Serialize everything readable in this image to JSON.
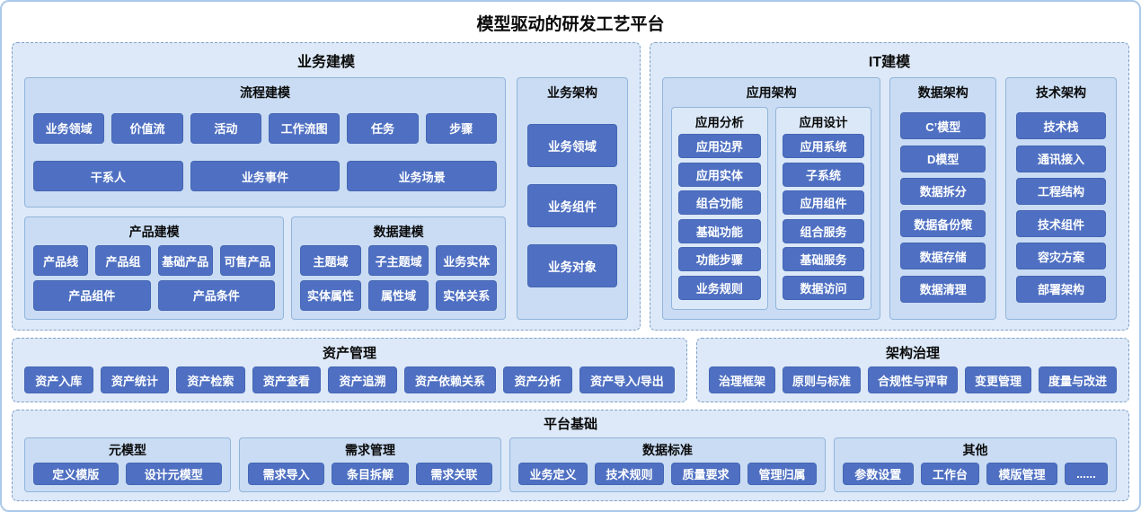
{
  "title": "模型驱动的研发工艺平台",
  "colors": {
    "block": "#4f70c2",
    "panel": "#c9dcf3",
    "sub_panel": "#dbe8f8",
    "section": "#dde9f8",
    "border": "#92b4dc",
    "dashed_border": "#7fa0c8"
  },
  "business_modeling": {
    "title": "业务建模",
    "process_modeling": {
      "title": "流程建模",
      "row1": [
        "业务领域",
        "价值流",
        "活动",
        "工作流图",
        "任务",
        "步骤"
      ],
      "row2": [
        "干系人",
        "业务事件",
        "业务场景"
      ]
    },
    "product_modeling": {
      "title": "产品建模",
      "row1": [
        "产品线",
        "产品组",
        "基础产品",
        "可售产品"
      ],
      "row2": [
        "产品组件",
        "产品条件"
      ]
    },
    "data_modeling": {
      "title": "数据建模",
      "row1": [
        "主题域",
        "子主题域",
        "业务实体"
      ],
      "row2": [
        "实体属性",
        "属性域",
        "实体关系"
      ]
    },
    "business_architecture": {
      "title": "业务架构",
      "items": [
        "业务领域",
        "业务组件",
        "业务对象"
      ]
    }
  },
  "it_modeling": {
    "title": "IT建模",
    "application_architecture": {
      "title": "应用架构",
      "application_analysis": {
        "title": "应用分析",
        "items": [
          "应用边界",
          "应用实体",
          "组合功能",
          "基础功能",
          "功能步骤",
          "业务规则"
        ]
      },
      "application_design": {
        "title": "应用设计",
        "items": [
          "应用系统",
          "子系统",
          "应用组件",
          "组合服务",
          "基础服务",
          "数据访问"
        ]
      }
    },
    "data_architecture": {
      "title": "数据架构",
      "items": [
        "C’模型",
        "D模型",
        "数据拆分",
        "数据备份策",
        "数据存储",
        "数据清理"
      ]
    },
    "tech_architecture": {
      "title": "技术架构",
      "items": [
        "技术栈",
        "通讯接入",
        "工程结构",
        "技术组件",
        "容灾方案",
        "部署架构"
      ]
    }
  },
  "asset_management": {
    "title": "资产管理",
    "items": [
      "资产入库",
      "资产统计",
      "资产检索",
      "资产查看",
      "资产追溯",
      "资产依赖关系",
      "资产分析",
      "资产导入/导出"
    ]
  },
  "architecture_governance": {
    "title": "架构治理",
    "items": [
      "治理框架",
      "原则与标准",
      "合规性与评审",
      "变更管理",
      "度量与改进"
    ]
  },
  "platform_foundation": {
    "title": "平台基础",
    "meta_model": {
      "title": "元模型",
      "items": [
        "定义模版",
        "设计元模型"
      ]
    },
    "requirement_management": {
      "title": "需求管理",
      "items": [
        "需求导入",
        "条目拆解",
        "需求关联"
      ]
    },
    "data_standards": {
      "title": "数据标准",
      "items": [
        "业务定义",
        "技术规则",
        "质量要求",
        "管理归属"
      ]
    },
    "others": {
      "title": "其他",
      "items": [
        "参数设置",
        "工作台",
        "模版管理",
        "......"
      ]
    }
  }
}
